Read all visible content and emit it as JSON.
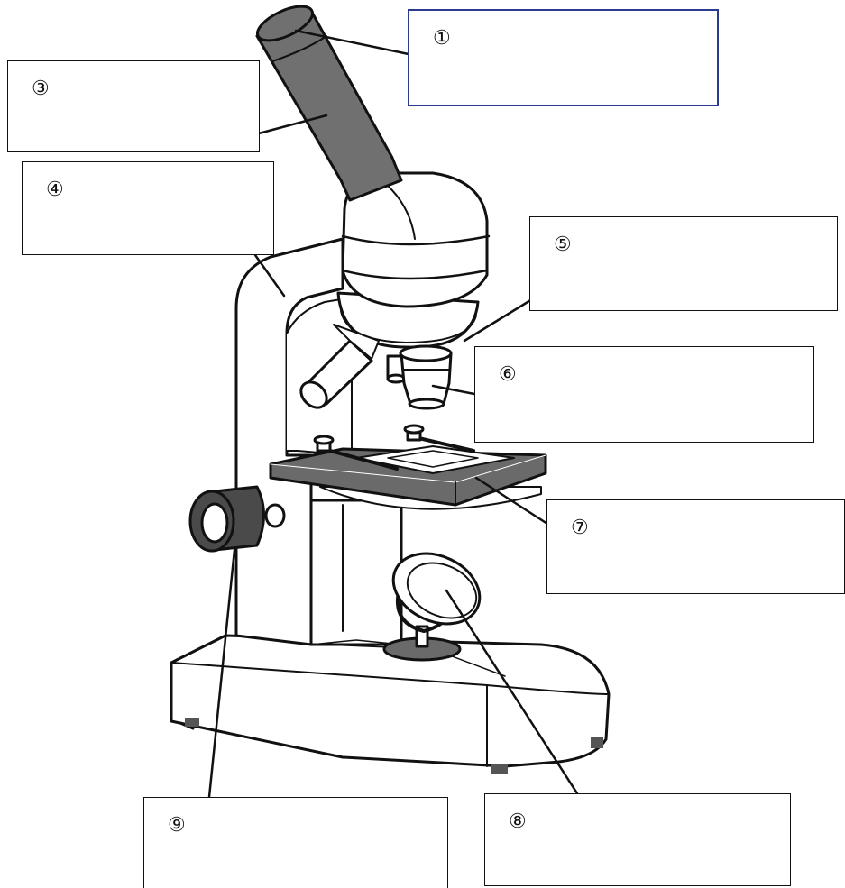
{
  "labels": {
    "l1": "①",
    "l3": "③",
    "l4": "④",
    "l5": "⑤",
    "l6": "⑥",
    "l7": "⑦",
    "l8": "⑧",
    "l9": "⑨"
  },
  "colors": {
    "tube_dark": "#707070",
    "stage_dark": "#6a6a6a",
    "box_border_1": "#2b3b8f"
  }
}
